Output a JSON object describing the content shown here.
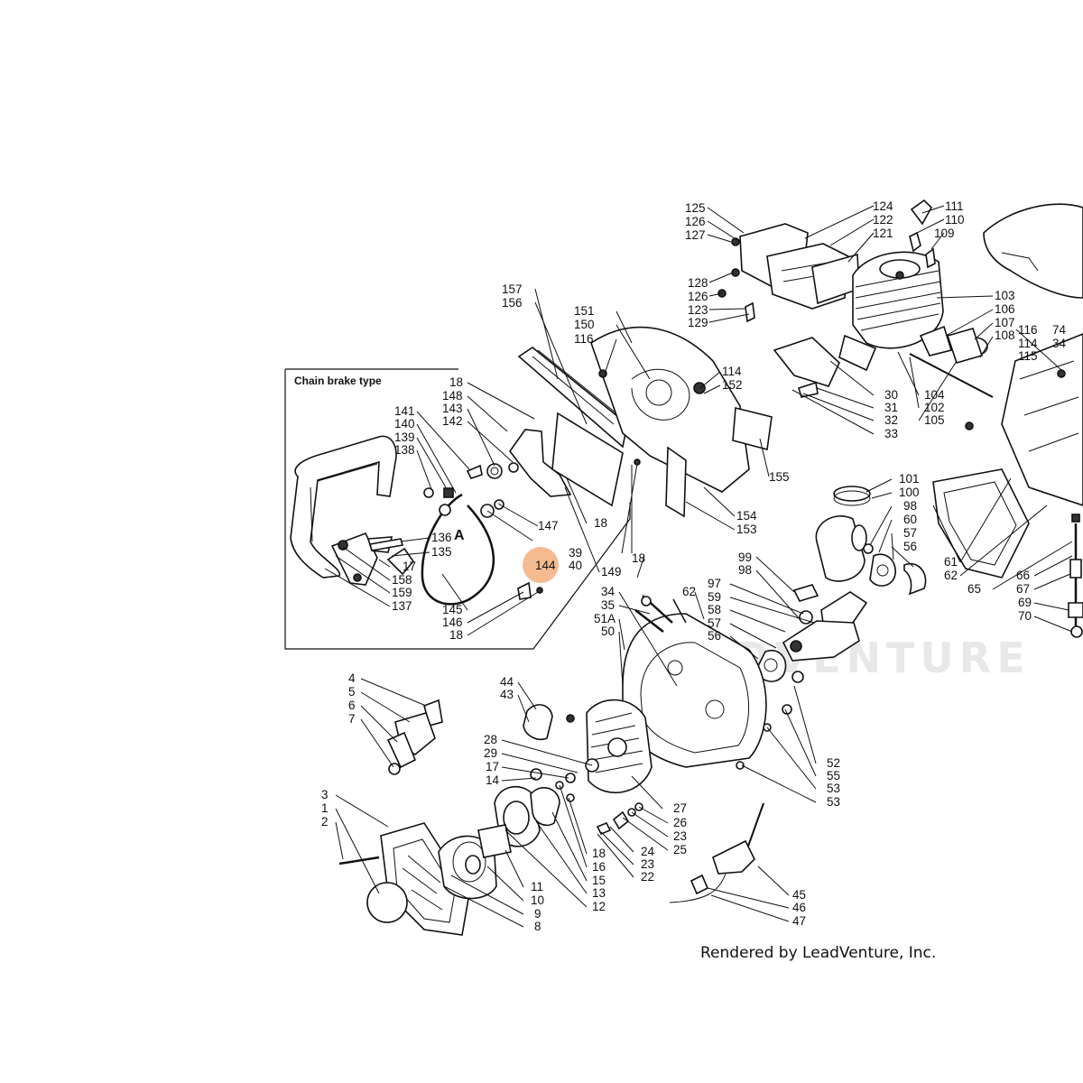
{
  "inset": {
    "title": "Chain brake type",
    "view_label": "A"
  },
  "watermark": "LEADVENTURE",
  "credit": "Rendered by LeadVenture, Inc.",
  "highlight": {
    "callout": "144",
    "color": "#f2a46b"
  },
  "labels": {
    "l111": "111",
    "l110": "110",
    "l109": "109",
    "l124": "124",
    "l122": "122",
    "l121": "121",
    "l125": "125",
    "l126a": "126",
    "l127": "127",
    "l128": "128",
    "l126b": "126",
    "l123": "123",
    "l129": "129",
    "l103": "103",
    "l106": "106",
    "l107": "107",
    "l108": "108",
    "l116a": "116",
    "l114a": "114",
    "l115": "115",
    "l74": "74",
    "l34a": "34",
    "l157": "157",
    "l156": "156",
    "l151": "151",
    "l150": "150",
    "l116b": "116",
    "l114b": "114",
    "l152": "152",
    "l30": "30",
    "l31": "31",
    "l32": "32",
    "l33a": "33",
    "l104": "104",
    "l102": "102",
    "l105": "105",
    "l18a": "18",
    "l148": "148",
    "l143": "143",
    "l142": "142",
    "l141": "141",
    "l140": "140",
    "l139": "139",
    "l138": "138",
    "l136": "136",
    "l135": "135",
    "l17a": "17",
    "l158": "158",
    "l159": "159",
    "l137": "137",
    "l147": "147",
    "l144": "144",
    "l145": "145",
    "l146": "146",
    "l18b": "18",
    "l18c": "18",
    "l149": "149",
    "l18d": "18",
    "l154": "154",
    "l153": "153",
    "l155": "155",
    "l101": "101",
    "l100": "100",
    "l98a": "98",
    "l60": "60",
    "l57a": "57",
    "l56a": "56",
    "l99": "99",
    "l98b": "98",
    "l97": "97",
    "l59": "59",
    "l58": "58",
    "l57b": "57",
    "l56b": "56",
    "l61": "61",
    "l62a": "62",
    "l65": "65",
    "l66": "66",
    "l67": "67",
    "l69": "69",
    "l70": "70",
    "l39": "39",
    "l40": "40",
    "l34b": "34",
    "l35": "35",
    "l51a": "51A",
    "l50": "50",
    "l62b": "62",
    "l4": "4",
    "l5": "5",
    "l6": "6",
    "l7": "7",
    "l44": "44",
    "l43": "43",
    "l28": "28",
    "l29": "29",
    "l17b": "17",
    "l14": "14",
    "l52": "52",
    "l55": "55",
    "l53a": "53",
    "l53b": "53",
    "l27": "27",
    "l26": "26",
    "l23a": "23",
    "l25": "25",
    "l24": "24",
    "l23b": "23",
    "l22": "22",
    "l18e": "18",
    "l16": "16",
    "l15": "15",
    "l13": "13",
    "l12": "12",
    "l3": "3",
    "l1": "1",
    "l2": "2",
    "l11": "11",
    "l10": "10",
    "l9": "9",
    "l8": "8",
    "l45": "45",
    "l46": "46",
    "l47": "47"
  }
}
